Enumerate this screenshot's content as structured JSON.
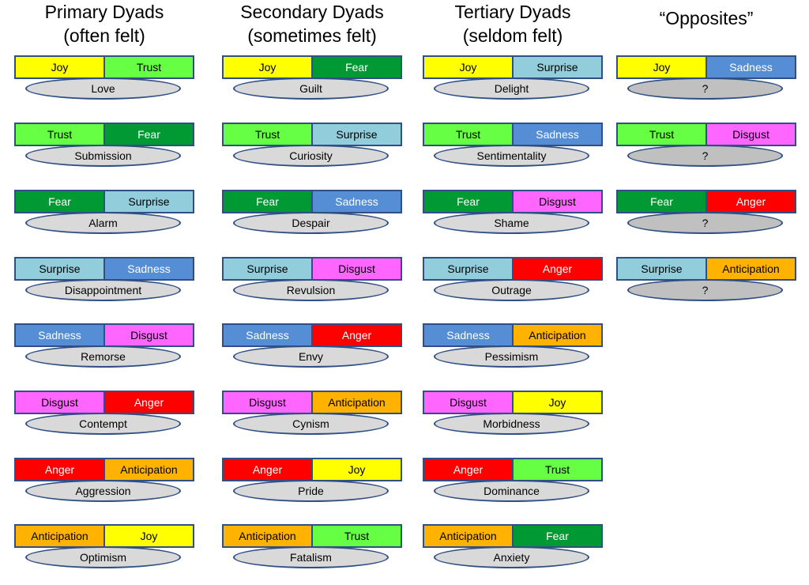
{
  "colors": {
    "Joy": "#ffff00",
    "Trust": "#66ff44",
    "Fear": "#009933",
    "Surprise": "#92cddc",
    "Sadness": "#558ed5",
    "Disgust": "#ff66ff",
    "Anger": "#ff0000",
    "Anticipation": "#ffb300",
    "border": "#2f4f85",
    "result_bg": "#d9d9d9",
    "result_unknown_bg": "#c0c0c0"
  },
  "light_text_emotions": [
    "Fear",
    "Sadness",
    "Anger"
  ],
  "columns": [
    {
      "title_line1": "Primary Dyads",
      "title_line2": "(often felt)",
      "dyads": [
        {
          "a": "Joy",
          "b": "Trust",
          "result": "Love"
        },
        {
          "a": "Trust",
          "b": "Fear",
          "result": "Submission"
        },
        {
          "a": "Fear",
          "b": "Surprise",
          "result": "Alarm"
        },
        {
          "a": "Surprise",
          "b": "Sadness",
          "result": "Disappointment"
        },
        {
          "a": "Sadness",
          "b": "Disgust",
          "result": "Remorse"
        },
        {
          "a": "Disgust",
          "b": "Anger",
          "result": "Contempt"
        },
        {
          "a": "Anger",
          "b": "Anticipation",
          "result": "Aggression"
        },
        {
          "a": "Anticipation",
          "b": "Joy",
          "result": "Optimism"
        }
      ]
    },
    {
      "title_line1": "Secondary Dyads",
      "title_line2": "(sometimes felt)",
      "dyads": [
        {
          "a": "Joy",
          "b": "Fear",
          "result": "Guilt"
        },
        {
          "a": "Trust",
          "b": "Surprise",
          "result": "Curiosity"
        },
        {
          "a": "Fear",
          "b": "Sadness",
          "result": "Despair"
        },
        {
          "a": "Surprise",
          "b": "Disgust",
          "result": "Revulsion"
        },
        {
          "a": "Sadness",
          "b": "Anger",
          "result": "Envy"
        },
        {
          "a": "Disgust",
          "b": "Anticipation",
          "result": "Cynism"
        },
        {
          "a": "Anger",
          "b": "Joy",
          "result": "Pride"
        },
        {
          "a": "Anticipation",
          "b": "Trust",
          "result": "Fatalism"
        }
      ]
    },
    {
      "title_line1": "Tertiary Dyads",
      "title_line2": "(seldom felt)",
      "dyads": [
        {
          "a": "Joy",
          "b": "Surprise",
          "result": "Delight"
        },
        {
          "a": "Trust",
          "b": "Sadness",
          "result": "Sentimentality"
        },
        {
          "a": "Fear",
          "b": "Disgust",
          "result": "Shame"
        },
        {
          "a": "Surprise",
          "b": "Anger",
          "result": "Outrage"
        },
        {
          "a": "Sadness",
          "b": "Anticipation",
          "result": "Pessimism"
        },
        {
          "a": "Disgust",
          "b": "Joy",
          "result": "Morbidness"
        },
        {
          "a": "Anger",
          "b": "Trust",
          "result": "Dominance"
        },
        {
          "a": "Anticipation",
          "b": "Fear",
          "result": "Anxiety"
        }
      ]
    },
    {
      "title_line1": "“Opposites”",
      "title_line2": "",
      "dyads": [
        {
          "a": "Joy",
          "b": "Sadness",
          "result": "?"
        },
        {
          "a": "Trust",
          "b": "Disgust",
          "result": "?"
        },
        {
          "a": "Fear",
          "b": "Anger",
          "result": "?"
        },
        {
          "a": "Surprise",
          "b": "Anticipation",
          "result": "?"
        }
      ]
    }
  ]
}
